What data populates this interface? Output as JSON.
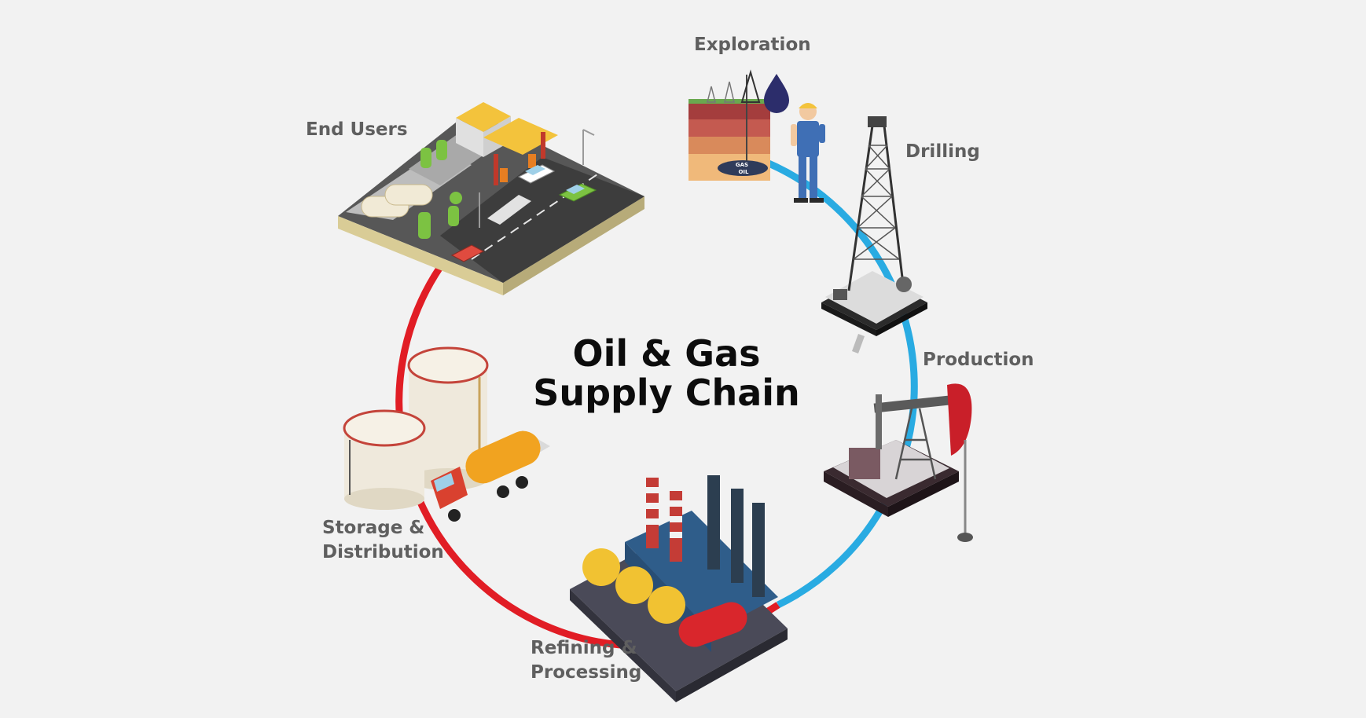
{
  "title": {
    "line1": "Oil & Gas",
    "line2": "Supply Chain"
  },
  "stages": {
    "exploration": "Exploration",
    "drilling": "Drilling",
    "production": "Production",
    "refining_line1": "Refining &",
    "refining_line2": "Processing",
    "storage_line1": "Storage &",
    "storage_line2": "Distribution",
    "end_users": "End Users"
  },
  "illustration_text": {
    "gas": "GAS",
    "oil": "OIL"
  },
  "colors": {
    "upstream_arc": "#29abe2",
    "downstream_arc": "#e11d25",
    "background": "#f2f2f2",
    "label": "#5f5f5f",
    "title": "#0c0c0c"
  }
}
